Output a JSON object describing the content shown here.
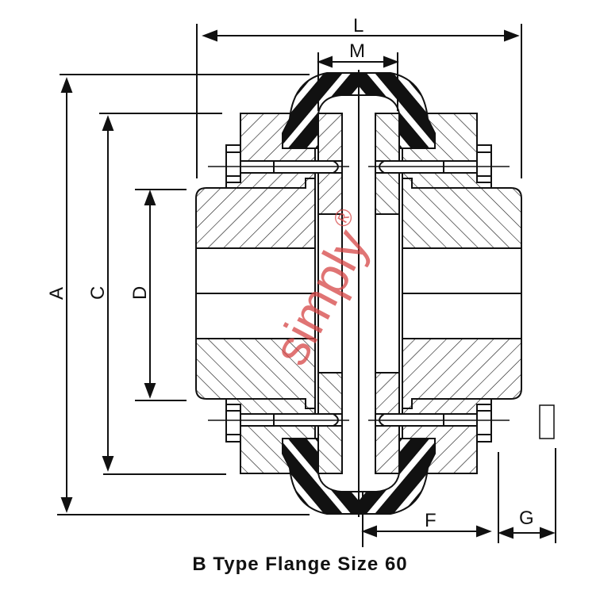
{
  "drawing": {
    "dimensions": {
      "L": "L",
      "M": "M",
      "A": "A",
      "C": "C",
      "D": "D",
      "F": "F",
      "G": "G"
    },
    "caption": "B Type Flange Size 60",
    "watermark": {
      "text": "simply",
      "mark": "®"
    },
    "colors": {
      "line": "#111111",
      "watermark": "#d64646"
    }
  }
}
